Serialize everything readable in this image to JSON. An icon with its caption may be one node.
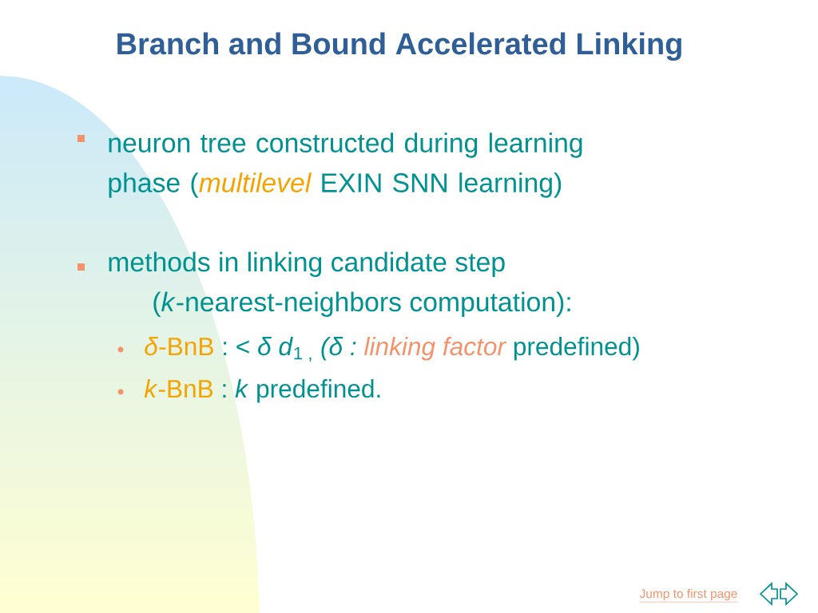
{
  "diagram": {
    "title": "Branch and Bound Accelerated Linking",
    "labels": [
      "neuron tree constructed during learning phase (",
      "multilevel",
      "EXIN SNN learning)",
      "methods in linking candidate step",
      "(*k*-nearest-neighbors computation):",
      "*δ*-BnB",
      ": < *δ d*$_{1 ,}$ *(δ :*",
      "linking factor",
      "predefined)",
      "*k*-BnB",
      ": *k* predefined.",
      "Jump to first page"
    ]
  }
}
